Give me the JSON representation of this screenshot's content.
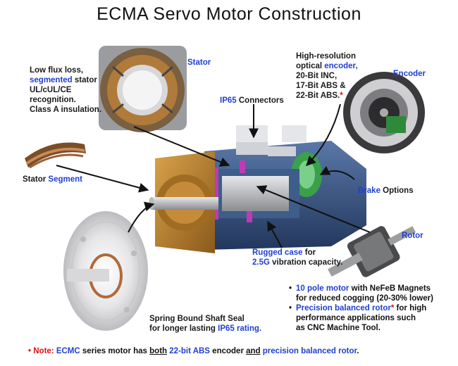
{
  "title": "ECMA Servo Motor Construction",
  "stator": {
    "label": "Stator",
    "desc_line1": "Low flux loss,",
    "desc_line2_highlight": "segmented",
    "desc_line2_rest": " stator",
    "desc_line3": "UL/cUL/CE",
    "desc_line4": "recognition.",
    "desc_line5": "Class A insulation."
  },
  "stator_segment": {
    "prefix": "Stator ",
    "highlight": "Segment"
  },
  "connectors": {
    "highlight": "IP65",
    "rest": " Connectors"
  },
  "encoder": {
    "label": "Encoder",
    "line1": "High-resolution",
    "line2_prefix": "optical ",
    "line2_highlight": "encoder,",
    "line3": "20-Bit INC,",
    "line4": "17-Bit ABS &",
    "line5": "22-Bit ABS.",
    "asterisk": "*"
  },
  "brake": {
    "highlight": "Brake",
    "rest": " Options"
  },
  "rotor": {
    "label": "Rotor"
  },
  "case": {
    "line1_highlight": "Rugged case",
    "line1_rest": " for",
    "line2_highlight": "2.5G",
    "line2_rest": " vibration capacity."
  },
  "shaft_seal": {
    "line1": "Spring Bound Shaft Seal",
    "line2_prefix": "for longer lasting ",
    "line2_highlight": "IP65 rating."
  },
  "bullets": {
    "b1_highlight": "10 pole motor",
    "b1_rest": " with NeFeB Magnets",
    "b1_line2": "for reduced cogging (20-30% lower)",
    "b2_highlight": "Precision balanced rotor",
    "b2_asterisk": "*",
    "b2_rest": " for high",
    "b2_line2": "performance applications  such",
    "b2_line3": "as CNC Machine Tool.",
    "bullet_char": "•"
  },
  "note": {
    "bullet": "•",
    "label": "Note:",
    "t1": "ECMC",
    "t2": " series motor has ",
    "t3": "both",
    "t4": " ",
    "t5": "22-bit ABS",
    "t6": " encoder ",
    "t7": "and",
    "t8": " ",
    "t9": "precision balanced rotor",
    "t10": "."
  },
  "colors": {
    "highlight_blue": "#1f3fd1",
    "accent_red": "#dd1111",
    "bronze": "#b07a2a",
    "case_blue": "#2c4a7a"
  }
}
